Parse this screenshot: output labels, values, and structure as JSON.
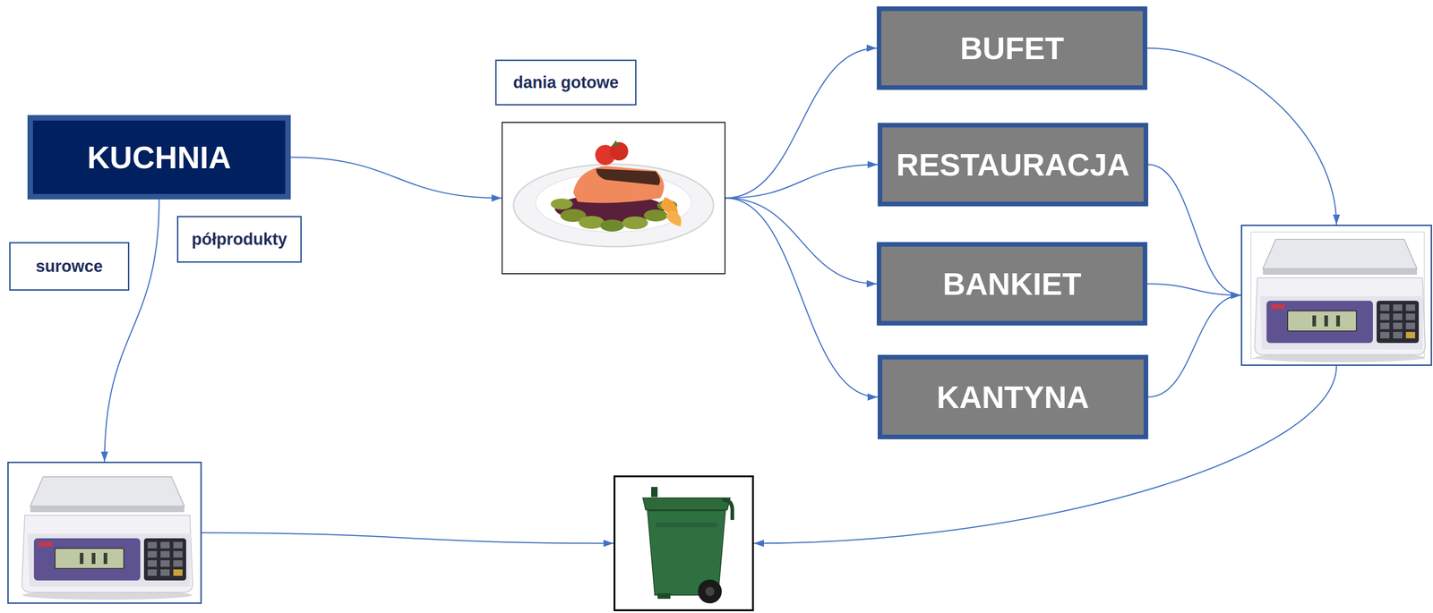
{
  "diagram": {
    "nodes": [
      {
        "text": [
          "KUCHNIA"
        ]
      },
      {
        "text": [
          "dania gotowe"
        ]
      },
      {
        "text": []
      },
      {
        "text": [
          "BUFET"
        ]
      },
      {
        "text": [
          "RESTAURACJA"
        ]
      },
      {
        "text": [
          "półprodukty"
        ]
      },
      {
        "text": [
          "surowce"
        ]
      },
      {
        "text": [
          "BANKIET"
        ]
      },
      {
        "text": []
      },
      {
        "text": [
          "KANTYNA"
        ]
      },
      {
        "text": []
      },
      {
        "text": []
      }
    ],
    "edges": [
      {
        "from": 0,
        "to": 2,
        "arrow": "to"
      },
      {
        "from": 2,
        "to": 3,
        "arrow": "to"
      },
      {
        "from": 2,
        "to": 4,
        "arrow": "to"
      },
      {
        "from": 2,
        "to": 7,
        "arrow": "to"
      },
      {
        "from": 2,
        "to": 9,
        "arrow": "to"
      },
      {
        "from": 3,
        "to": 8,
        "arrow": "to"
      },
      {
        "from": 4,
        "to": 8,
        "arrow": "to"
      },
      {
        "from": 7,
        "to": 8,
        "arrow": "to"
      },
      {
        "from": 9,
        "to": 8,
        "arrow": "to"
      },
      {
        "from": 0,
        "to": 10,
        "arrow": "to"
      },
      {
        "from": 10,
        "to": 11,
        "arrow": "to"
      },
      {
        "from": 8,
        "to": 11,
        "arrow": "to"
      }
    ]
  }
}
